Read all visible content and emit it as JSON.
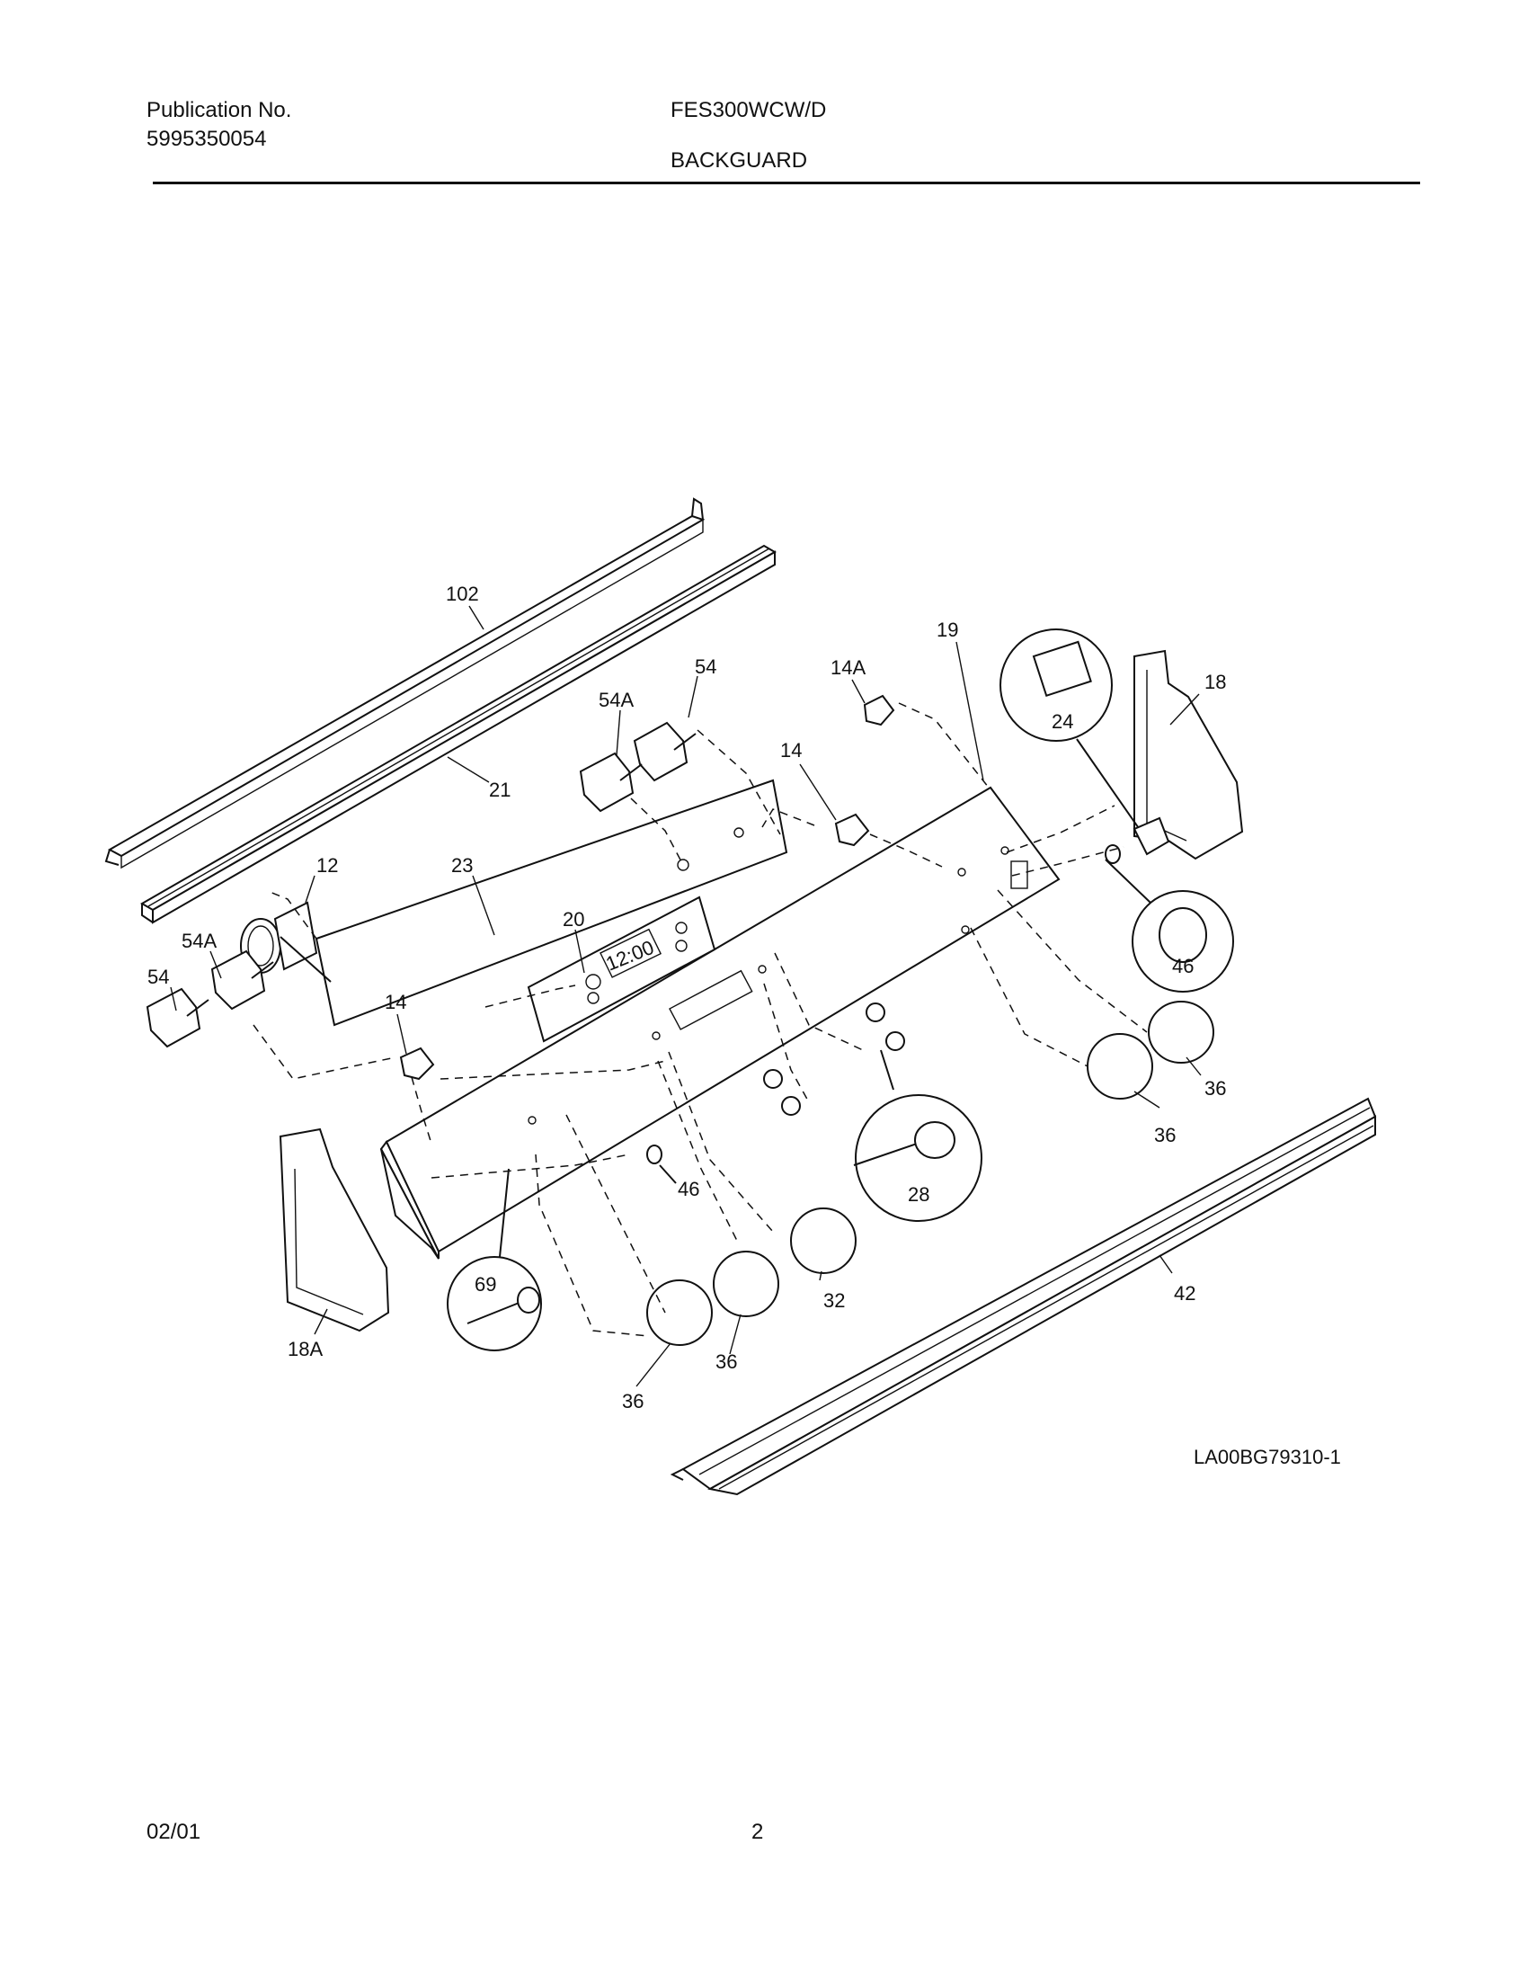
{
  "header": {
    "publication_label": "Publication No.",
    "publication_number": "5995350054",
    "model": "FES300WCW/D",
    "section": "BACKGUARD"
  },
  "footer": {
    "date": "02/01",
    "page_number": "2"
  },
  "diagram": {
    "drawing_id": "LA00BG79310-1",
    "clock_display": "12:00",
    "callouts": {
      "c102": "102",
      "c21": "21",
      "c54_top": "54",
      "c54a_top": "54A",
      "c14a": "14A",
      "c14_top": "14",
      "c19": "19",
      "c18": "18",
      "c24": "24",
      "c12": "12",
      "c23": "23",
      "c20": "20",
      "c54a_left": "54A",
      "c54_left": "54",
      "c14_left": "14",
      "c46_right": "46",
      "c36_a": "36",
      "c36_b": "36",
      "c28": "28",
      "c46_mid": "46",
      "c69": "69",
      "c32": "32",
      "c36_c": "36",
      "c36_d": "36",
      "c42": "42",
      "c18a": "18A"
    }
  }
}
